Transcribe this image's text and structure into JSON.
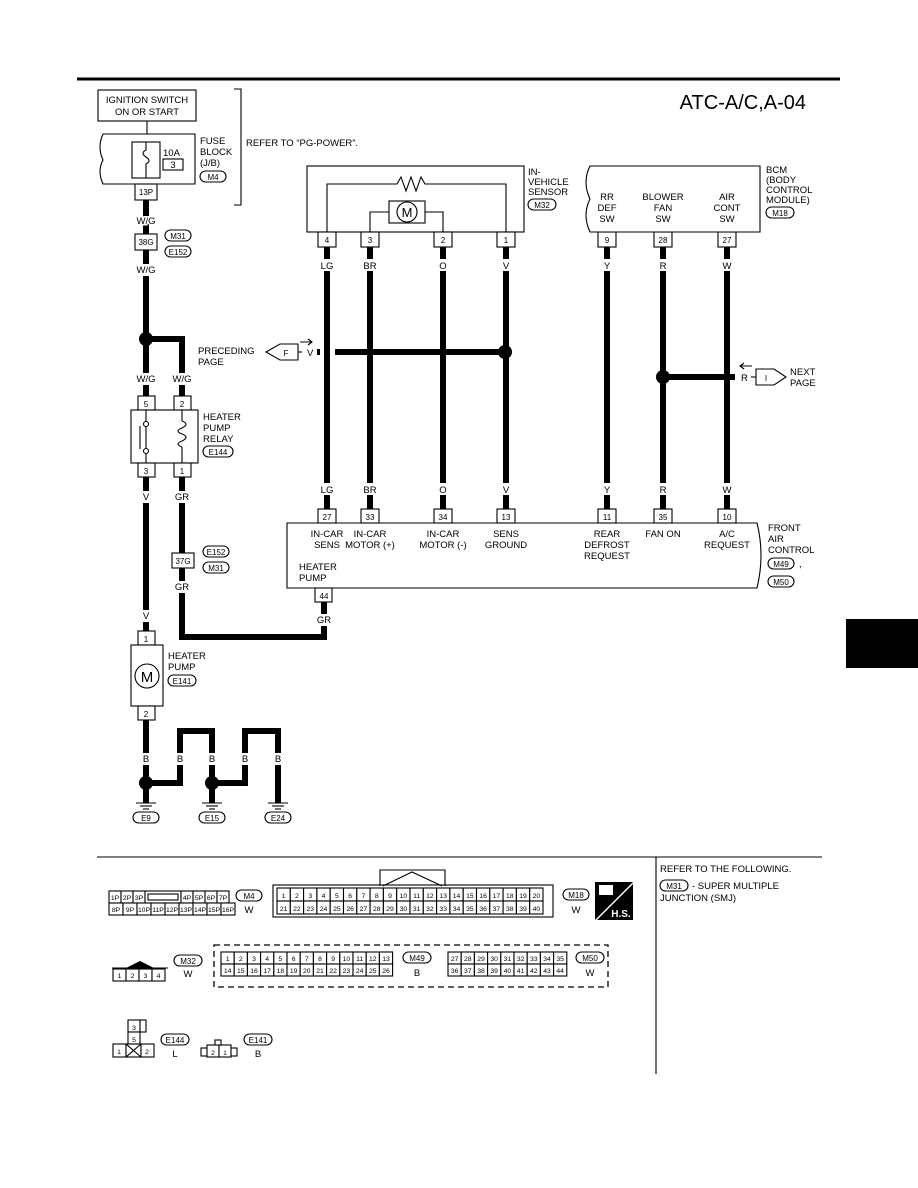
{
  "page": {
    "title": "ATC-A/C,A-04",
    "refer_pg_power": "REFER TO “PG-POWER”.",
    "refer_following": "REFER TO THE FOLLOWING.",
    "refer_m31_code": "M31",
    "refer_m31_text": "- SUPER MULTIPLE",
    "refer_m31_text2": "JUNCTION (SMJ)"
  },
  "ignition": {
    "line1": "IGNITION SWITCH",
    "line2": "ON OR START"
  },
  "fuse_block": {
    "amp": "10A",
    "fuse_no": "3",
    "terminal": "13P",
    "name1": "FUSE",
    "name2": "BLOCK",
    "name3": "(J/B)",
    "connector": "M4"
  },
  "connectors": {
    "jc_terminal": "38G",
    "jc_a": "M31",
    "jc_b": "E152",
    "jc2_terminal": "37G",
    "jc2_a": "E152",
    "jc2_b": "M31"
  },
  "in_vehicle_sensor": {
    "name1": "IN-",
    "name2": "VEHICLE",
    "name3": "SENSOR",
    "connector": "M32",
    "motor": "M",
    "pins": [
      "4",
      "3",
      "2",
      "1"
    ],
    "wires": [
      "LG",
      "BR",
      "O",
      "V"
    ]
  },
  "bcm": {
    "name1": "BCM",
    "name2": "(BODY",
    "name3": "CONTROL",
    "name4": "MODULE)",
    "connector": "M18",
    "sw_rr": [
      "RR",
      "DEF",
      "SW"
    ],
    "sw_blower": [
      "BLOWER",
      "FAN",
      "SW"
    ],
    "sw_air": [
      "AIR",
      "CONT",
      "SW"
    ],
    "pins": [
      "9",
      "28",
      "27"
    ],
    "wires": [
      "Y",
      "R",
      "W"
    ]
  },
  "preceding": {
    "line1": "PRECEDING",
    "line2": "PAGE",
    "flag": "F",
    "wire": "V"
  },
  "next": {
    "line1": "NEXT",
    "line2": "PAGE",
    "flag": "I",
    "wire": "R"
  },
  "heater_pump_relay": {
    "name1": "HEATER",
    "name2": "PUMP",
    "name3": "RELAY",
    "connector": "E144",
    "pin5": "5",
    "pin2": "2",
    "pin3": "3",
    "pin1": "1",
    "wire_top_left": "W/G",
    "wire_top_right": "W/G",
    "wire_bot_left": "V",
    "wire_bot_right": "GR"
  },
  "wire_labels": {
    "wg_fuse": "W/G",
    "wg_jc": "W/G",
    "v_pump": "V",
    "gr_jc": "GR",
    "gr_pump": "GR"
  },
  "front_air_control": {
    "name1": "FRONT",
    "name2": "AIR",
    "name3": "CONTROL",
    "conn_a": "M49",
    "conn_b": "M50",
    "sep": ",",
    "pins": [
      "27",
      "33",
      "34",
      "13",
      "11",
      "35",
      "10"
    ],
    "wires": [
      "LG",
      "BR",
      "O",
      "V",
      "Y",
      "R",
      "W"
    ],
    "labels": [
      [
        "IN-CAR",
        "SENS"
      ],
      [
        "IN-CAR",
        "MOTOR (+)"
      ],
      [
        "IN-CAR",
        "MOTOR (-)"
      ],
      [
        "SENS",
        "GROUND"
      ],
      [
        "REAR",
        "DEFROST",
        "REQUEST"
      ],
      [
        "FAN ON"
      ],
      [
        "A/C",
        "REQUEST"
      ]
    ],
    "heater_pump_label": [
      "HEATER",
      "PUMP"
    ],
    "heater_pump_pin": "44"
  },
  "heater_pump": {
    "name1": "HEATER",
    "name2": "PUMP",
    "connector": "E141",
    "motor": "M",
    "pin1": "1",
    "pin2": "2"
  },
  "grounds": {
    "wire": "B",
    "g1": "E9",
    "g2": "E15",
    "g3": "E24"
  },
  "connector_faces": {
    "m4_row1": [
      "1P",
      "2P",
      "3P",
      "",
      "4P",
      "5P",
      "6P",
      "7P"
    ],
    "m4_row2": [
      "8P",
      "9P",
      "10P",
      "11P",
      "12P",
      "13P",
      "14P",
      "15P",
      "16P"
    ],
    "m4_code": "M4",
    "m4_color": "W",
    "m18_row1": [
      "1",
      "2",
      "3",
      "4",
      "5",
      "6",
      "7",
      "8",
      "9",
      "10",
      "11",
      "12",
      "13",
      "14",
      "15",
      "16",
      "17",
      "18",
      "19",
      "20"
    ],
    "m18_row2": [
      "21",
      "22",
      "23",
      "24",
      "25",
      "26",
      "27",
      "28",
      "29",
      "30",
      "31",
      "32",
      "33",
      "34",
      "35",
      "36",
      "37",
      "38",
      "39",
      "40"
    ],
    "m18_code": "M18",
    "m18_color": "W",
    "hs_label": "H.S.",
    "m32_pins": [
      "1",
      "2",
      "3",
      "4"
    ],
    "m32_code": "M32",
    "m32_color": "W",
    "m49_row1": [
      "1",
      "2",
      "3",
      "4",
      "5",
      "6",
      "7",
      "8",
      "9",
      "10",
      "11",
      "12",
      "13"
    ],
    "m49_row2": [
      "14",
      "15",
      "16",
      "17",
      "18",
      "19",
      "20",
      "21",
      "22",
      "23",
      "24",
      "25",
      "26"
    ],
    "m49_code": "M49",
    "m49_color": "B",
    "m50_row1": [
      "27",
      "28",
      "29",
      "30",
      "31",
      "32",
      "33",
      "34",
      "35"
    ],
    "m50_row2": [
      "36",
      "37",
      "38",
      "39",
      "40",
      "41",
      "42",
      "43",
      "44"
    ],
    "m50_code": "M50",
    "m50_color": "W",
    "e144_pins": [
      "3",
      "5",
      "1",
      "2"
    ],
    "e144_code": "E144",
    "e144_color": "L",
    "e141_pins": [
      "2",
      "1"
    ],
    "e141_code": "E141",
    "e141_color": "B"
  }
}
